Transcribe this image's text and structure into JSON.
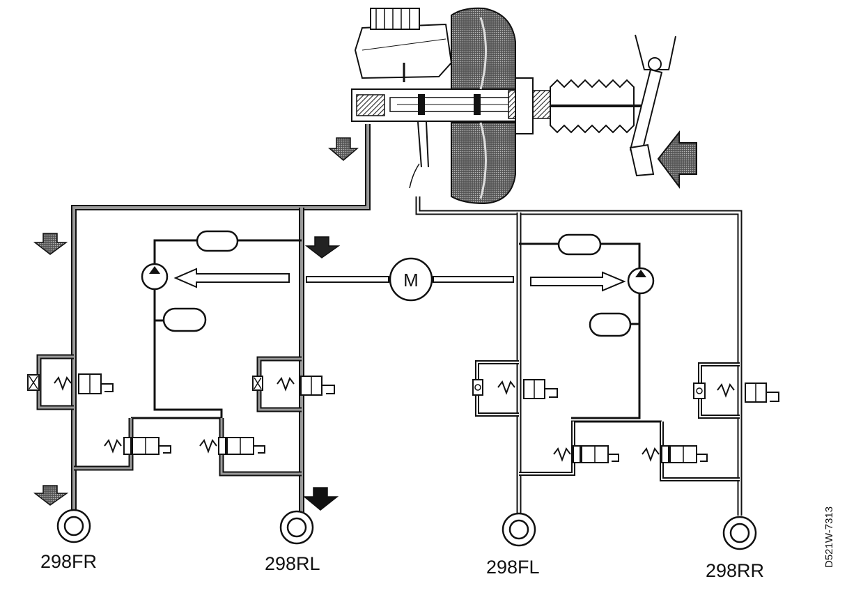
{
  "motor": {
    "label": "M"
  },
  "wheels": [
    {
      "id": "fr",
      "label": "298FR"
    },
    {
      "id": "rl",
      "label": "298RL"
    },
    {
      "id": "fl",
      "label": "298FL"
    },
    {
      "id": "rr",
      "label": "298RR"
    }
  ],
  "figure_code": "D521W-7313",
  "colors": {
    "line": "#111111",
    "hatch": "#9a9a9a",
    "background": "#ffffff"
  },
  "icons": [
    "pressure-arrow-icon",
    "pump-icon",
    "motor-icon",
    "solenoid-valve-icon",
    "spring-icon",
    "check-valve-icon",
    "wheel-brake-icon"
  ]
}
